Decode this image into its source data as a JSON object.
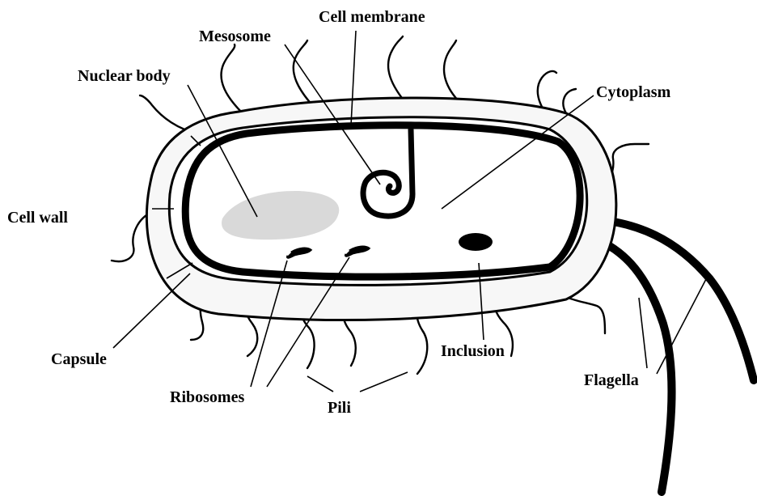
{
  "labels": {
    "cell_membrane": "Cell membrane",
    "mesosome": "Mesosome",
    "nuclear_body": "Nuclear body",
    "cytoplasm": "Cytoplasm",
    "cell_wall": "Cell wall",
    "capsule": "Capsule",
    "ribosomes": "Ribosomes",
    "pili": "Pili",
    "inclusion": "Inclusion",
    "flagella": "Flagella"
  },
  "colors": {
    "outline": "#000000",
    "capsule_fill": "#f7f7f7",
    "cytoplasm_fill": "#ffffff",
    "nuclear_body_fill": "#d9d9d9"
  }
}
